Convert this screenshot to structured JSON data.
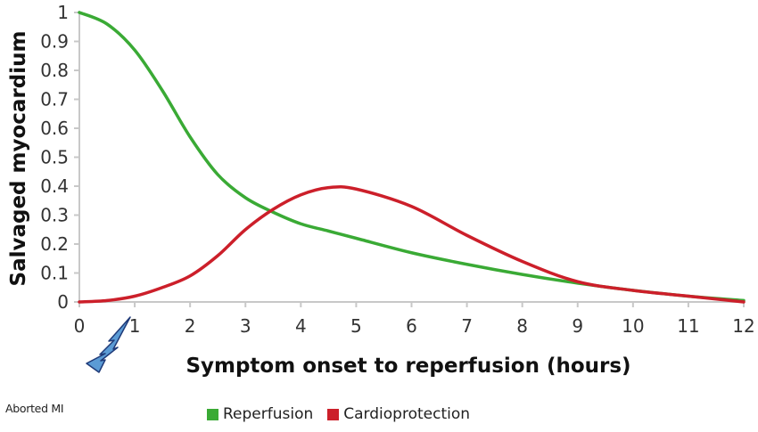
{
  "chart_data": {
    "type": "line",
    "title": "",
    "xlabel": "Symptom onset to reperfusion (hours)",
    "ylabel": "Salvaged myocardium",
    "xlim": [
      0,
      12
    ],
    "ylim": [
      0,
      1
    ],
    "x_ticks": [
      "0",
      "1",
      "2",
      "3",
      "4",
      "5",
      "6",
      "7",
      "8",
      "9",
      "10",
      "11",
      "12"
    ],
    "y_ticks": [
      "0",
      "0.1",
      "0.2",
      "0.3",
      "0.4",
      "0.5",
      "0.6",
      "0.7",
      "0.8",
      "0.9",
      "1"
    ],
    "grid": false,
    "legend_position": "bottom",
    "x": [
      0,
      0.5,
      1,
      1.5,
      2,
      2.5,
      3,
      3.5,
      4,
      4.5,
      5,
      6,
      7,
      8,
      9,
      10,
      11,
      12
    ],
    "series": [
      {
        "name": "Reperfusion",
        "color": "#3aaa35",
        "values": [
          1.0,
          0.96,
          0.87,
          0.73,
          0.57,
          0.44,
          0.36,
          0.31,
          0.27,
          0.245,
          0.22,
          0.17,
          0.13,
          0.095,
          0.065,
          0.04,
          0.02,
          0.005
        ]
      },
      {
        "name": "Cardioprotection",
        "color": "#cc1f2a",
        "values": [
          0.0,
          0.005,
          0.02,
          0.05,
          0.09,
          0.16,
          0.25,
          0.32,
          0.37,
          0.395,
          0.39,
          0.33,
          0.23,
          0.14,
          0.07,
          0.04,
          0.02,
          0.0
        ]
      }
    ],
    "annotations": [
      {
        "text": "Aborted MI",
        "type": "lightning-bolt marker near x=0.5–1"
      }
    ]
  },
  "legend": {
    "items": [
      {
        "label": "Reperfusion",
        "color": "#3aaa35"
      },
      {
        "label": "Cardioprotection",
        "color": "#cc1f2a"
      }
    ]
  },
  "annotation": {
    "label": "Aborted MI"
  }
}
